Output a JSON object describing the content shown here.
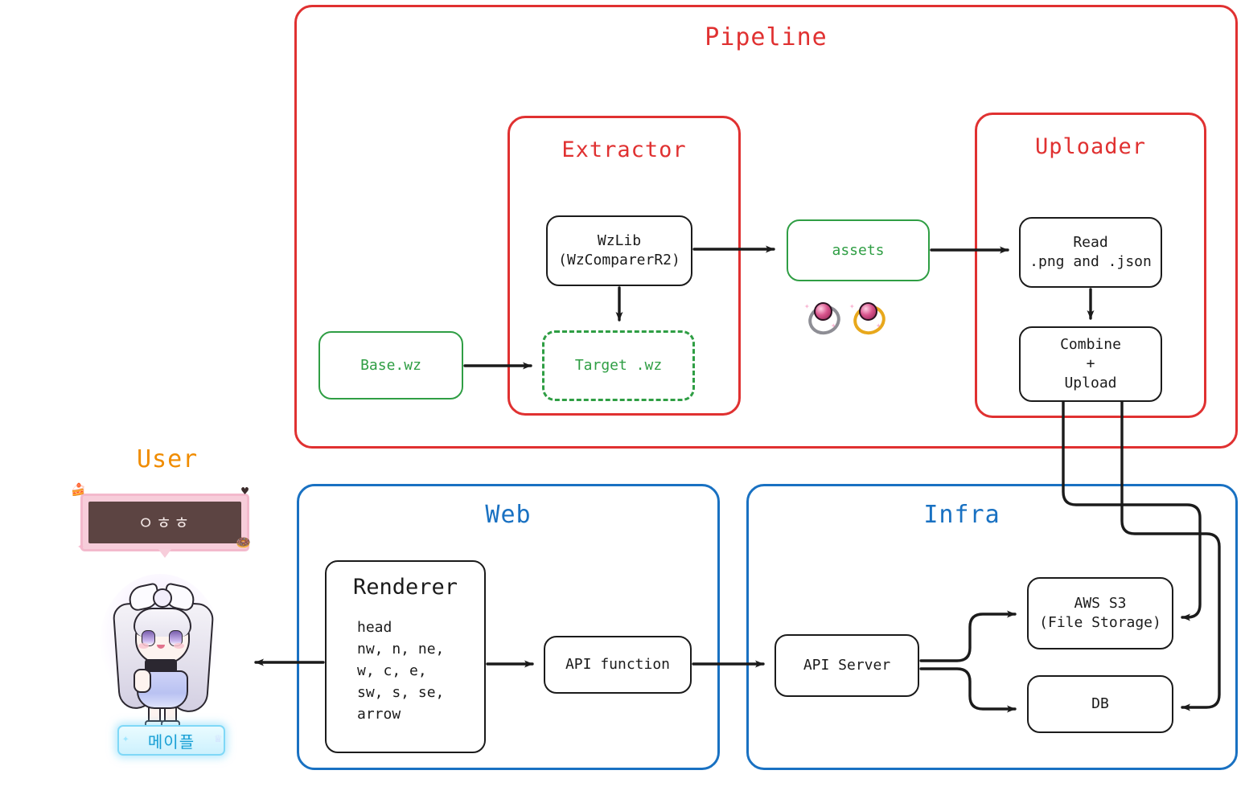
{
  "diagram": {
    "title_hidden": "MapleStory asset pipeline architecture",
    "colors": {
      "pipeline_red": "#e03131",
      "infra_blue": "#1971c2",
      "asset_green": "#2f9e44",
      "user_orange": "#f08c00",
      "node_black": "#1b1b1b"
    }
  },
  "groups": {
    "pipeline": {
      "label": "Pipeline"
    },
    "extractor": {
      "label": "Extractor"
    },
    "uploader": {
      "label": "Uploader"
    },
    "web": {
      "label": "Web"
    },
    "infra": {
      "label": "Infra"
    }
  },
  "nodes": {
    "base_wz": {
      "label": "Base.wz"
    },
    "wzlib": {
      "label": "WzLib\n(WzComparerR2)"
    },
    "target_wz": {
      "label": "Target .wz"
    },
    "assets": {
      "label": "assets"
    },
    "read": {
      "label": "Read\n.png and .json"
    },
    "combine_upload": {
      "label": "Combine\n+\nUpload"
    },
    "renderer": {
      "title": "Renderer",
      "parts": "head\nnw, n, ne,\nw, c, e,\nsw, s, se,\narrow"
    },
    "api_function": {
      "label": "API function"
    },
    "api_server": {
      "label": "API Server"
    },
    "aws_s3": {
      "label": "AWS S3\n(File Storage)"
    },
    "db": {
      "label": "DB"
    }
  },
  "user": {
    "label": "User",
    "chat_message": "ㅇㅎㅎ",
    "nametag": "메이플",
    "avatar_alt": "maplestory-character",
    "bubble_decorations": [
      "cake-icon",
      "heart-icon",
      "donut-icon",
      "sparkle-icon"
    ]
  },
  "assets_preview": [
    {
      "name": "ring-item-silver"
    },
    {
      "name": "ring-item-gold"
    }
  ]
}
